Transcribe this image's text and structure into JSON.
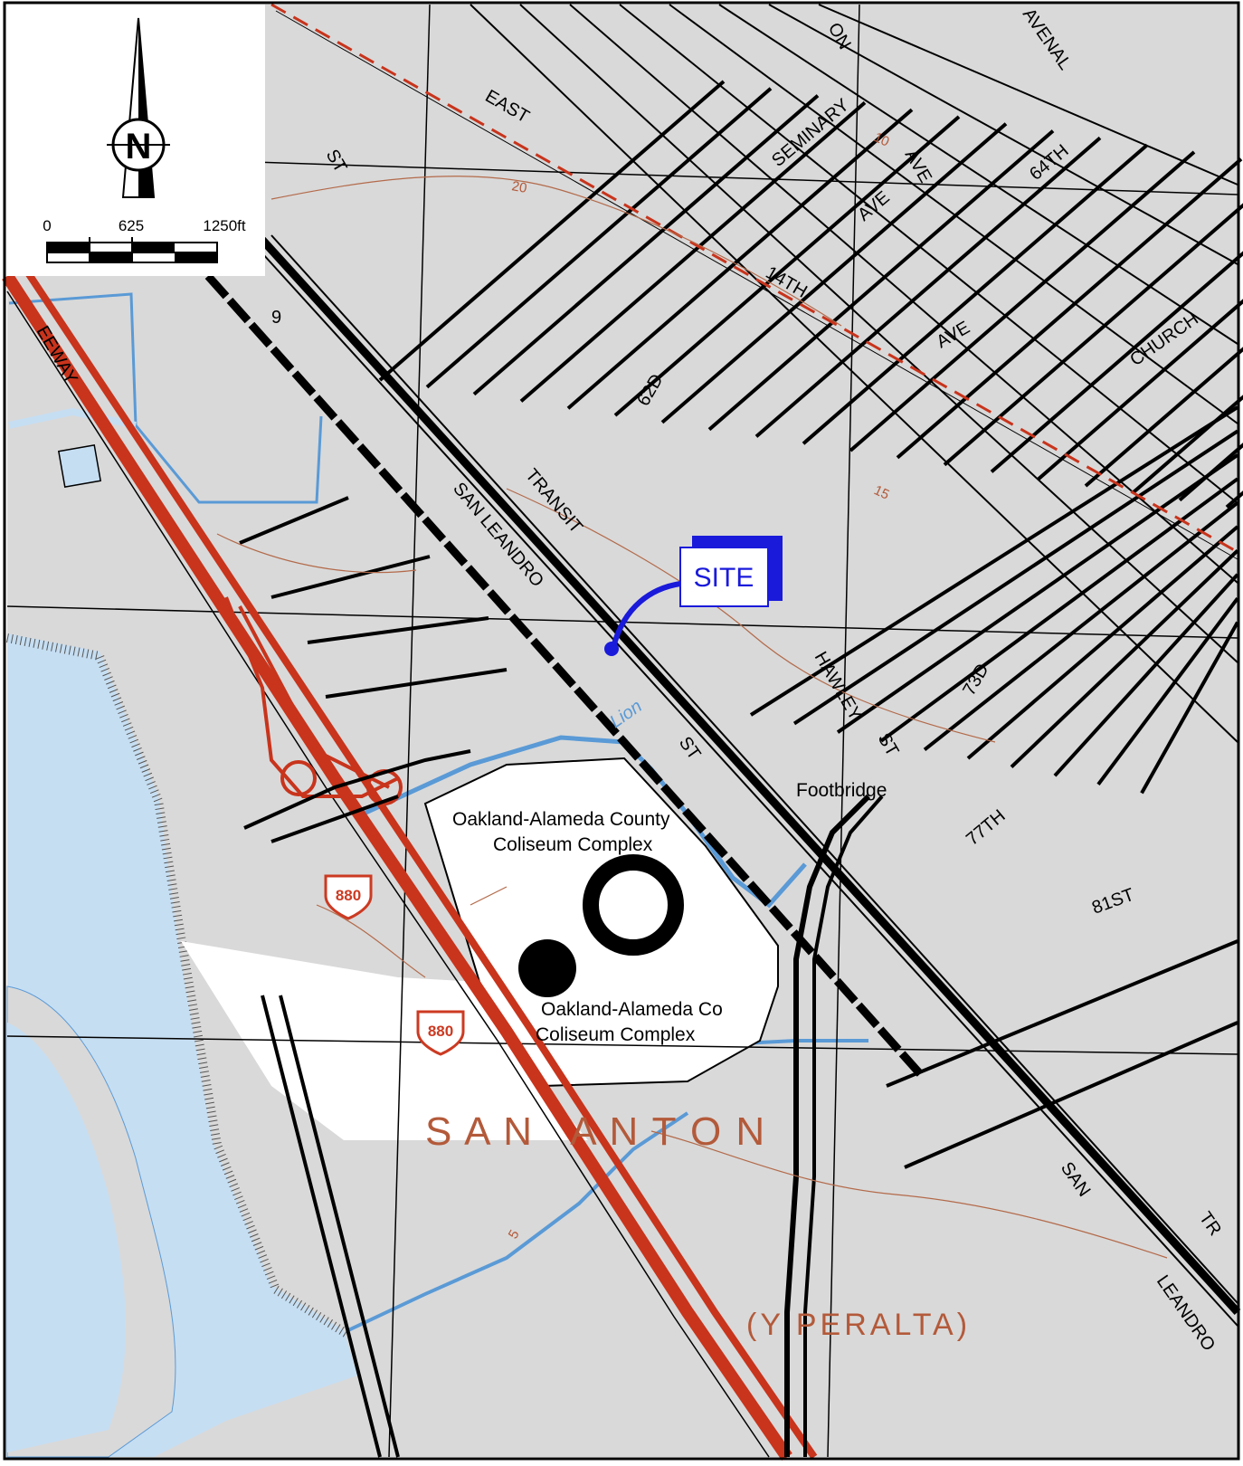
{
  "legend": {
    "north_symbol": "N",
    "scale_ticks": [
      "0",
      "625",
      "1250ft"
    ]
  },
  "site": {
    "label": "SITE"
  },
  "colors": {
    "background": "#d9d9d9",
    "water": "#c6def2",
    "water_line": "#5a9ad6",
    "freeway": "#c8341c",
    "contour": "#b36a4a",
    "site_marker": "#1a1adb",
    "complex_fill": "#ffffff"
  },
  "labels": {
    "freeway": "EEWAY",
    "east": "EAST",
    "fourteenth": "14TH",
    "ave_14th": "AVE",
    "seminary": "SEMINARY",
    "seminary_ave": "AVE",
    "ave_upper": "AVE",
    "on": "ON",
    "avenal": "AVENAL",
    "sixty_fourth": "64TH",
    "church": "CHURCH",
    "sixty_second": "62D",
    "st_left": "ST",
    "transit": "TRANSIT",
    "san_leandro": "SAN LEANDRO",
    "st_mid": "ST",
    "hawley": "HAWLEY",
    "hawley_st": "ST",
    "seventy_third": "73D",
    "seventy_seventh": "77TH",
    "eighty_first": "81ST",
    "lion": "Lion",
    "footbridge": "Footbridge",
    "coliseum_upper_1": "Oakland-Alameda County",
    "coliseum_upper_2": "Coliseum Complex",
    "coliseum_lower_1": "Oakland-Alameda Co",
    "coliseum_lower_2": "Coliseum Complex",
    "san_antonio": "S A N   A N T O N",
    "peralta": "(Y PERALTA)",
    "san_lower": "SAN",
    "leandro_lower": "LEANDRO",
    "tr_lower": "TR",
    "route_880_a": "880",
    "route_880_b": "880",
    "bm_9": "9",
    "contour_20": "20",
    "contour_10": "10",
    "contour_15": "15",
    "contour_5": "5"
  }
}
